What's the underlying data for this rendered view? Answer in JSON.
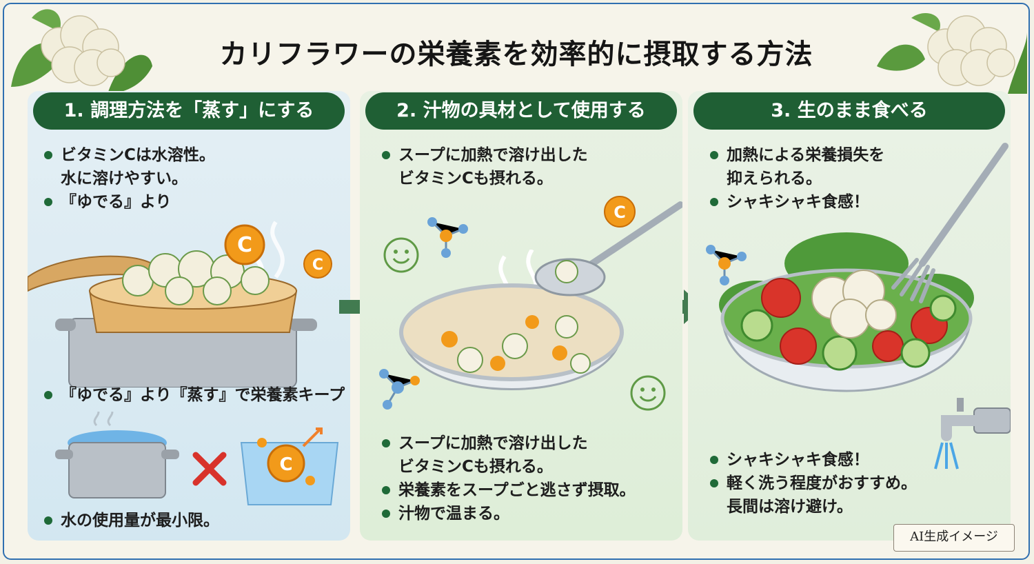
{
  "title": "カリフラワーの栄養素を効率的に摂取する方法",
  "panels": [
    {
      "header": "1. 調理方法を「蒸す」にする",
      "top_bullets": [
        {
          "lines": [
            "ビタミンCは水溶性。",
            "水に溶けやすい。"
          ]
        },
        {
          "lines": [
            "『ゆでる』より"
          ]
        }
      ],
      "mid_bullet": "『ゆでる』より『蒸す』で栄養素キープ",
      "bottom_bullet": "水の使用量が最小限。"
    },
    {
      "header": "2. 汁物の具材として使用する",
      "top_bullets": [
        {
          "lines": [
            "スープに加熱で溶け出した",
            "ビタミンCも摂れる。"
          ]
        }
      ],
      "bottom_bullets": [
        {
          "lines": [
            "スープに加熱で溶け出した",
            "ビタミンCも摂れる。"
          ]
        },
        {
          "lines": [
            "栄養素をスープごと逃さず摂取。"
          ]
        },
        {
          "lines": [
            "汁物で温まる。"
          ]
        }
      ]
    },
    {
      "header": "3. 生のまま食べる",
      "top_bullets": [
        {
          "lines": [
            "加熱による栄養損失を",
            "抑えられる。"
          ]
        },
        {
          "lines": [
            "シャキシャキ食感！"
          ]
        }
      ],
      "bottom_bullets": [
        {
          "lines": [
            "シャキシャキ食感！"
          ]
        },
        {
          "lines": [
            "軽く洗う程度がおすすめ。",
            "長間は溶け避け。"
          ]
        }
      ]
    }
  ],
  "vitamin_icon_label": "C",
  "ai_badge": "AI生成イメージ",
  "colors": {
    "header_green": "#1f5f34",
    "bullet_green": "#1f6a38",
    "vitamin_orange": "#f29a1a",
    "panel1_bg": "#dbe9f1",
    "panel2_bg": "#e3efdd",
    "panel3_bg": "#e5f0e0"
  },
  "icons": [
    "cauliflower-icon",
    "steamer-pot-icon",
    "vitamin-c-icon",
    "boiling-pot-icon",
    "cross-mark-icon",
    "soup-bowl-icon",
    "spoon-icon",
    "molecule-icon",
    "smiley-icon",
    "salad-bowl-icon",
    "fork-icon",
    "faucet-icon",
    "arrow-right-icon"
  ]
}
